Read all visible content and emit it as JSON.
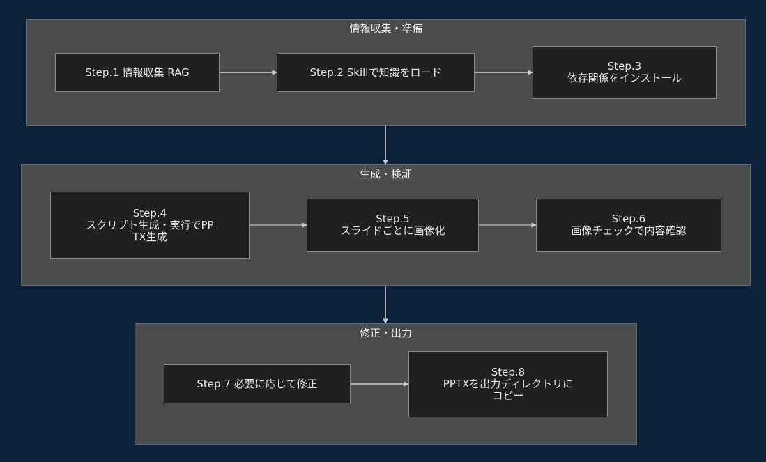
{
  "groups": [
    {
      "id": "prep",
      "title": "情報収集・準備",
      "nodes": [
        {
          "id": "step1",
          "lines": [
            "Step.1 情報収集 RAG"
          ]
        },
        {
          "id": "step2",
          "lines": [
            "Step.2 Skillで知識をロード"
          ]
        },
        {
          "id": "step3",
          "lines": [
            "Step.3",
            "依存関係をインストール"
          ]
        }
      ]
    },
    {
      "id": "generate",
      "title": "生成・検証",
      "nodes": [
        {
          "id": "step4",
          "lines": [
            "Step.4",
            "スクリプト生成・実行でPP",
            "TX生成"
          ]
        },
        {
          "id": "step5",
          "lines": [
            "Step.5",
            "スライドごとに画像化"
          ]
        },
        {
          "id": "step6",
          "lines": [
            "Step.6",
            "画像チェックで内容確認"
          ]
        }
      ]
    },
    {
      "id": "output",
      "title": "修正・出力",
      "nodes": [
        {
          "id": "step7",
          "lines": [
            "Step.7 必要に応じて修正"
          ]
        },
        {
          "id": "step8",
          "lines": [
            "Step.8",
            "PPTXを出力ディレクトリに",
            "コピー"
          ]
        }
      ]
    }
  ],
  "edges": [
    {
      "from": "step1",
      "to": "step2"
    },
    {
      "from": "step2",
      "to": "step3"
    },
    {
      "from": "step4",
      "to": "step5"
    },
    {
      "from": "step5",
      "to": "step6"
    },
    {
      "from": "step7",
      "to": "step8"
    },
    {
      "from": "prep",
      "to": "generate"
    },
    {
      "from": "generate",
      "to": "output"
    }
  ],
  "colors": {
    "background": "#0e213b",
    "group_fill": "#4a4b4b",
    "node_fill": "#1f2020",
    "node_border": "#8a8c8c",
    "edge": "#d0d0d0",
    "text": "#e6e6e6"
  }
}
